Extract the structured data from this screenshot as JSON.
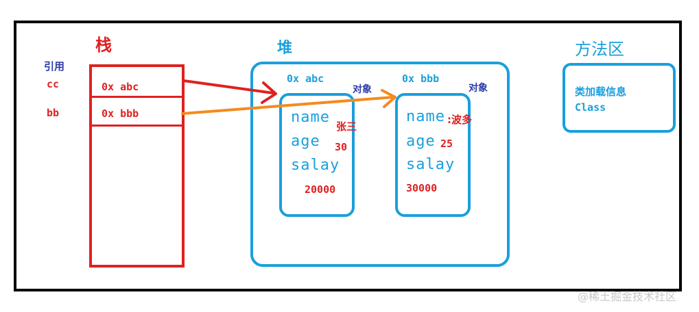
{
  "stack": {
    "title": "栈",
    "refs_label": "引用",
    "rows": [
      {
        "name": "cc",
        "addr": "0x abc"
      },
      {
        "name": "bb",
        "addr": "0x bbb"
      }
    ]
  },
  "heap": {
    "title": "堆",
    "objects": [
      {
        "addr": "0x abc",
        "tag": "对象",
        "fields": {
          "name": "name",
          "age": "age",
          "salary": "salay"
        },
        "values": {
          "name": "张三",
          "age": "30",
          "salary": "20000"
        }
      },
      {
        "addr": "0x bbb",
        "tag": "对象",
        "fields": {
          "name": "name",
          "age": "age",
          "salary": "salay"
        },
        "values": {
          "name": ":波多",
          "age": "25",
          "salary": "30000"
        }
      }
    ]
  },
  "method_area": {
    "title": "方法区",
    "line1": "类加载信息",
    "line2": "Class"
  },
  "watermark": "@稀土掘金技术社区",
  "colors": {
    "stack": "#e02020",
    "heap": "#1a9fdc",
    "arrow_cc": "#e02020",
    "arrow_bb": "#f58a1f",
    "label": "#2c3aa8"
  }
}
